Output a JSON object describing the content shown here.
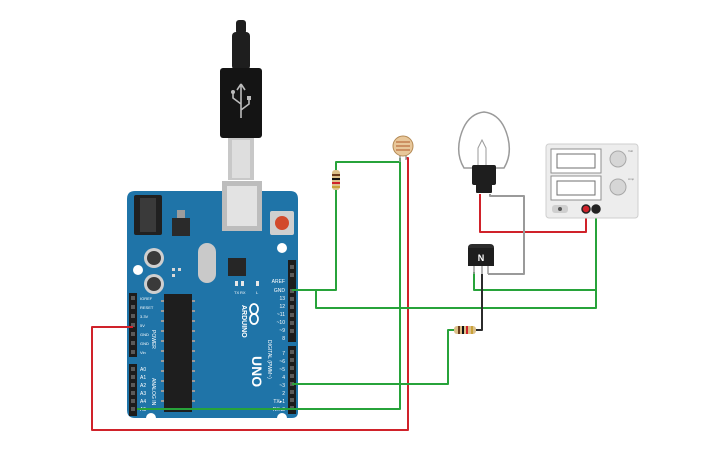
{
  "board": {
    "model": "UNO",
    "brand": "ARDUINO",
    "power_header": [
      "IOREF",
      "RESET",
      "3.3V",
      "5V",
      "GND",
      "GND",
      "Vin"
    ],
    "power_label": "POWER",
    "analog_header": [
      "A0",
      "A1",
      "A2",
      "A3",
      "A4",
      "A5"
    ],
    "analog_label": "ANALOG IN",
    "digital_top": [
      "AREF",
      "GND",
      "13",
      "12",
      "~11",
      "~10",
      "~9",
      "8"
    ],
    "digital_bottom": [
      "7",
      "~6",
      "~5",
      "4",
      "~3",
      "2",
      "TX▸1",
      "RX◂0"
    ],
    "digital_label": "DIGITAL (PWM~)",
    "led_labels": [
      "TX",
      "RX",
      "L"
    ]
  },
  "transistor": {
    "label": "N"
  },
  "power_supply": {
    "voltage_label": "Volt",
    "current_label": "Amp"
  },
  "colors": {
    "board": "#1f74a8",
    "wire_green": "#27a33a",
    "wire_red": "#d0222a",
    "wire_gray": "#9a9a9a",
    "wire_black": "#2b2b2b"
  },
  "icons": [
    "usb-cable-icon",
    "light-bulb-icon",
    "photoresistor-icon",
    "resistor-icon",
    "npn-transistor-icon",
    "power-supply-icon"
  ]
}
